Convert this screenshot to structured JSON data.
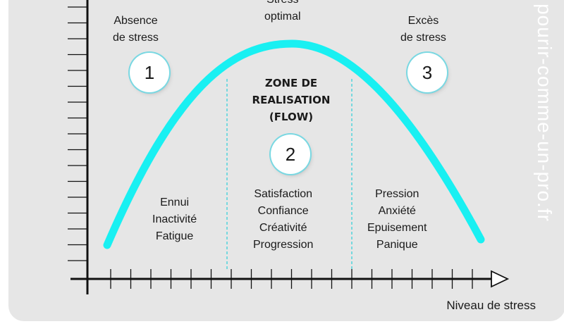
{
  "zones": {
    "absence": [
      "Absence",
      "de stress"
    ],
    "optimal": [
      "Stress",
      "optimal"
    ],
    "exces": [
      "Excès",
      "de stress"
    ],
    "flow": [
      "ZONE DE",
      "REALISATION",
      "(FLOW)"
    ]
  },
  "numbers": [
    "1",
    "2",
    "3"
  ],
  "effects": {
    "left": [
      "Ennui",
      "Inactivité",
      "Fatigue"
    ],
    "middle": [
      "Satisfaction",
      "Confiance",
      "Créativité",
      "Progression"
    ],
    "right": [
      "Pression",
      "Anxiété",
      "Epuisement",
      "Panique"
    ]
  },
  "axis": {
    "x_label": "Niveau de stress"
  },
  "watermark": "pourir-comme-un-pro.fr",
  "colors": {
    "curve": "#19f0f2",
    "divider": "#2ccfd8",
    "background": "#e6e6e6",
    "axis": "#111111"
  }
}
